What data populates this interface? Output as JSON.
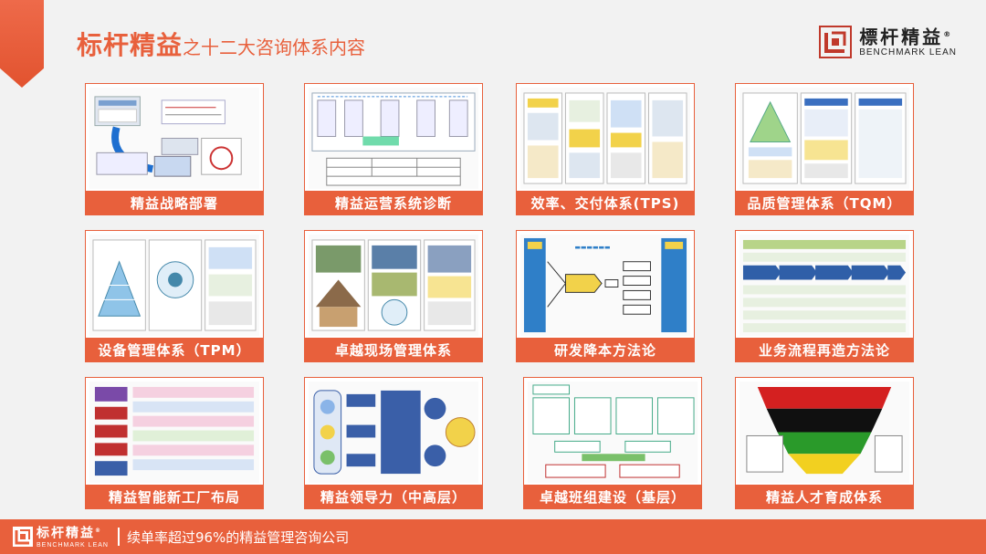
{
  "header": {
    "title_main": "标杆精益",
    "title_sub": "之十二大咨询体系内容"
  },
  "logo": {
    "name_cn": "標杆精益",
    "registered": "®",
    "name_en": "BENCHMARK LEAN"
  },
  "cards": [
    {
      "label": "精益战略部署"
    },
    {
      "label": "精益运营系统诊断"
    },
    {
      "label": "效率、交付体系(TPS)"
    },
    {
      "label": "品质管理体系（TQM）"
    },
    {
      "label": "设备管理体系（TPM）"
    },
    {
      "label": "卓越现场管理体系"
    },
    {
      "label": "研发降本方法论"
    },
    {
      "label": "业务流程再造方法论"
    },
    {
      "label": "精益智能新工厂布局"
    },
    {
      "label": "精益领导力（中高层）"
    },
    {
      "label": "卓越班组建设（基层）"
    },
    {
      "label": "精益人才育成体系"
    }
  ],
  "footer": {
    "logo_cn": "标杆精益",
    "logo_registered": "®",
    "logo_en": "BENCHMARK LEAN",
    "tagline": "续单率超过96%的精益管理咨询公司"
  },
  "colors": {
    "accent": "#e8603c",
    "background": "#f2f2f2"
  }
}
